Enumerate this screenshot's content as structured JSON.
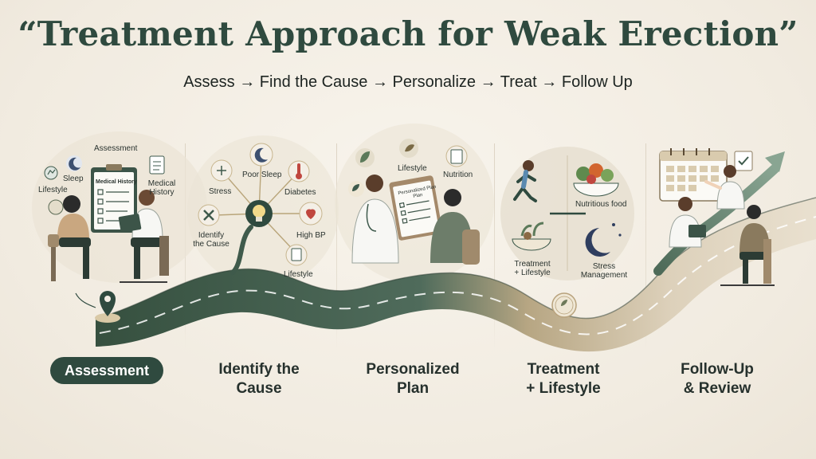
{
  "title": "“Treatment Approach for Weak Erection”",
  "subtitle": "Assess → Find the Cause → Personalize → Treat → Follow Up",
  "colors": {
    "primary": "#2f4a3f",
    "accent": "#b8a27c",
    "background": "#f3eee5",
    "danger": "#c0473f"
  },
  "assessment": {
    "label_assessment": "Assessment",
    "label_sleep": "Sleep",
    "label_lifestyle": "Lifestyle",
    "label_medical": "Medical",
    "label_history": "History",
    "clipboard_title": "Medical History"
  },
  "cause": {
    "center_icon": "lightbulb-icon",
    "label_stress": "Stress",
    "label_poor_sleep": "Poor Sleep",
    "label_diabetes": "Diabetes",
    "label_identify_1": "Identify",
    "label_identify_2": "the Cause",
    "label_high_bp": "High BP",
    "label_lifestyle": "Lifestyle"
  },
  "plan": {
    "label_lifestyle": "Lifestyle",
    "label_nutrition": "Nutrition",
    "clipboard_title_1": "Personalized Plan",
    "clipboard_title_2": "Plan"
  },
  "treatment": {
    "label_food": "Nutritious food",
    "label_treat_1": "Treatment",
    "label_treat_2": "+ Lifestyle",
    "label_stress_1": "Stress",
    "label_stress_2": "Management"
  },
  "steps": [
    {
      "line1": "Assessment",
      "line2": ""
    },
    {
      "line1": "Identify the",
      "line2": "Cause"
    },
    {
      "line1": "Personalized",
      "line2": "Plan"
    },
    {
      "line1": "Treatment",
      "line2": "+ Lifestyle"
    },
    {
      "line1": "Follow-Up",
      "line2": "& Review"
    }
  ]
}
